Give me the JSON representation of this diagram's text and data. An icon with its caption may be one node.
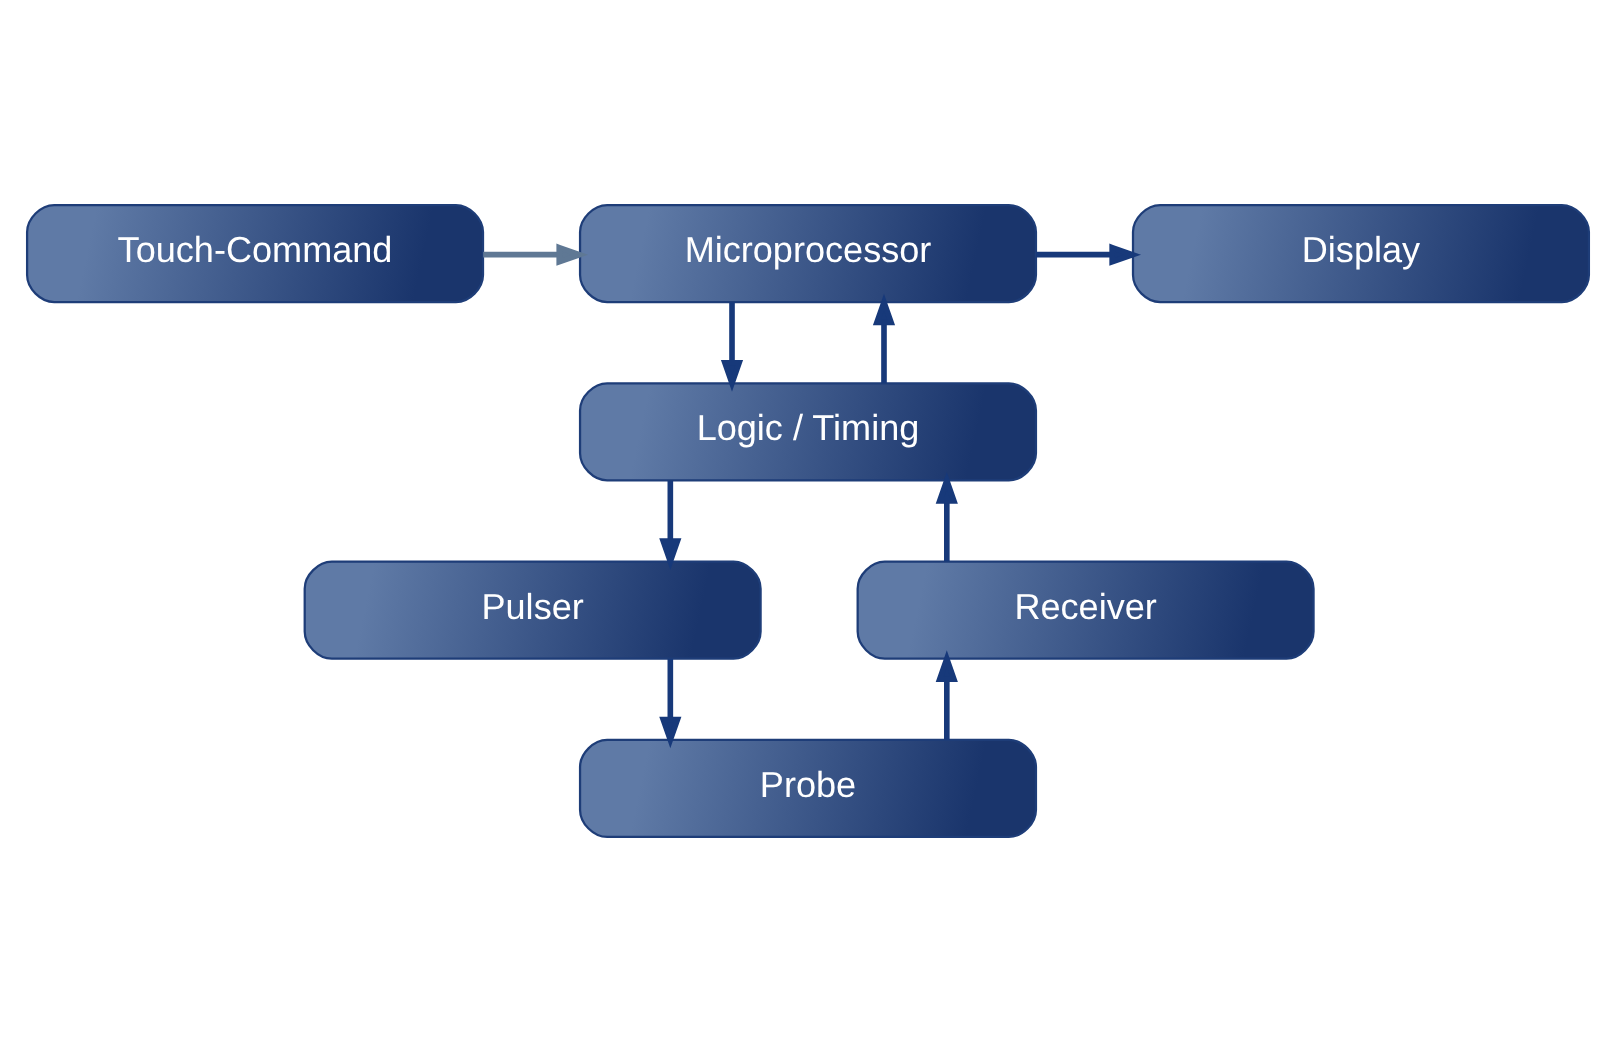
{
  "diagram": {
    "nodes": [
      {
        "text": [
          "Touch-Command"
        ]
      },
      {
        "text": [
          "Microprocessor"
        ]
      },
      {
        "text": [
          "Display"
        ]
      },
      {
        "text": [
          "Logic / Timing"
        ]
      },
      {
        "text": [
          "Pulser"
        ]
      },
      {
        "text": [
          "Receiver"
        ]
      },
      {
        "text": [
          "Probe"
        ]
      }
    ],
    "edges": [
      {
        "from": 0,
        "to": 1,
        "arrow": "to",
        "color": "#5f7894"
      },
      {
        "from": 1,
        "to": 2,
        "arrow": "to"
      },
      {
        "from": 1,
        "to": 3,
        "arrow": "to"
      },
      {
        "from": 3,
        "to": 1,
        "arrow": "to"
      },
      {
        "from": 3,
        "to": 4,
        "arrow": "to"
      },
      {
        "from": 4,
        "to": 6,
        "arrow": "to"
      },
      {
        "from": 6,
        "to": 5,
        "arrow": "to"
      },
      {
        "from": 5,
        "to": 3,
        "arrow": "to"
      }
    ]
  }
}
